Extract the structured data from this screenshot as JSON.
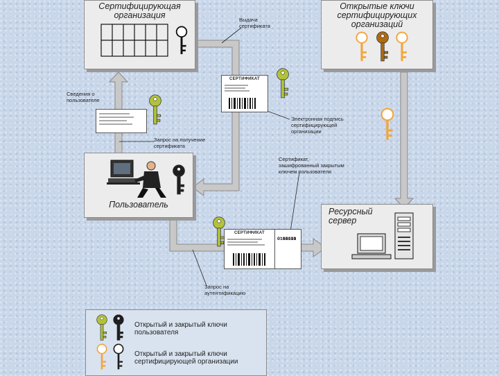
{
  "boxes": {
    "ca_title": "Сертифицирующая организация",
    "keys_title": "Открытые ключи сертифицирующих организаций",
    "user_title": "Пользователь",
    "server_title": "Ресурсный сервер"
  },
  "labels": {
    "issue_cert": "Выдача сертификата",
    "user_info": "Сведения о пользователе",
    "cert_request": "Запрос на получение сертификата",
    "ca_signature": "Электронная подпись сертифицирующей организации",
    "cert_encrypted": "Сертификат, зашифрованный закрытым ключем пользователя",
    "auth_request": "Запрос на аутентификацию"
  },
  "certificates": {
    "title": "СЕРТИФИКАТ"
  },
  "binary_lines": [
    "0110010",
    "0100111",
    "0101110",
    "0111101",
    "0110100"
  ],
  "legend": {
    "user_keys": "Открытый и закрытый ключи пользователя",
    "ca_keys": "Открытый и закрытый ключи сертифицирующей организации"
  },
  "colors": {
    "background": "#c9d7ea",
    "box": "#ececec",
    "arrow": "#c8c8c8",
    "user_key_green": "#b2c23a",
    "user_key_dark": "#1e1e1e",
    "ca_key_orange": "#f3a43c",
    "ca_key_brown": "#b06a12"
  }
}
